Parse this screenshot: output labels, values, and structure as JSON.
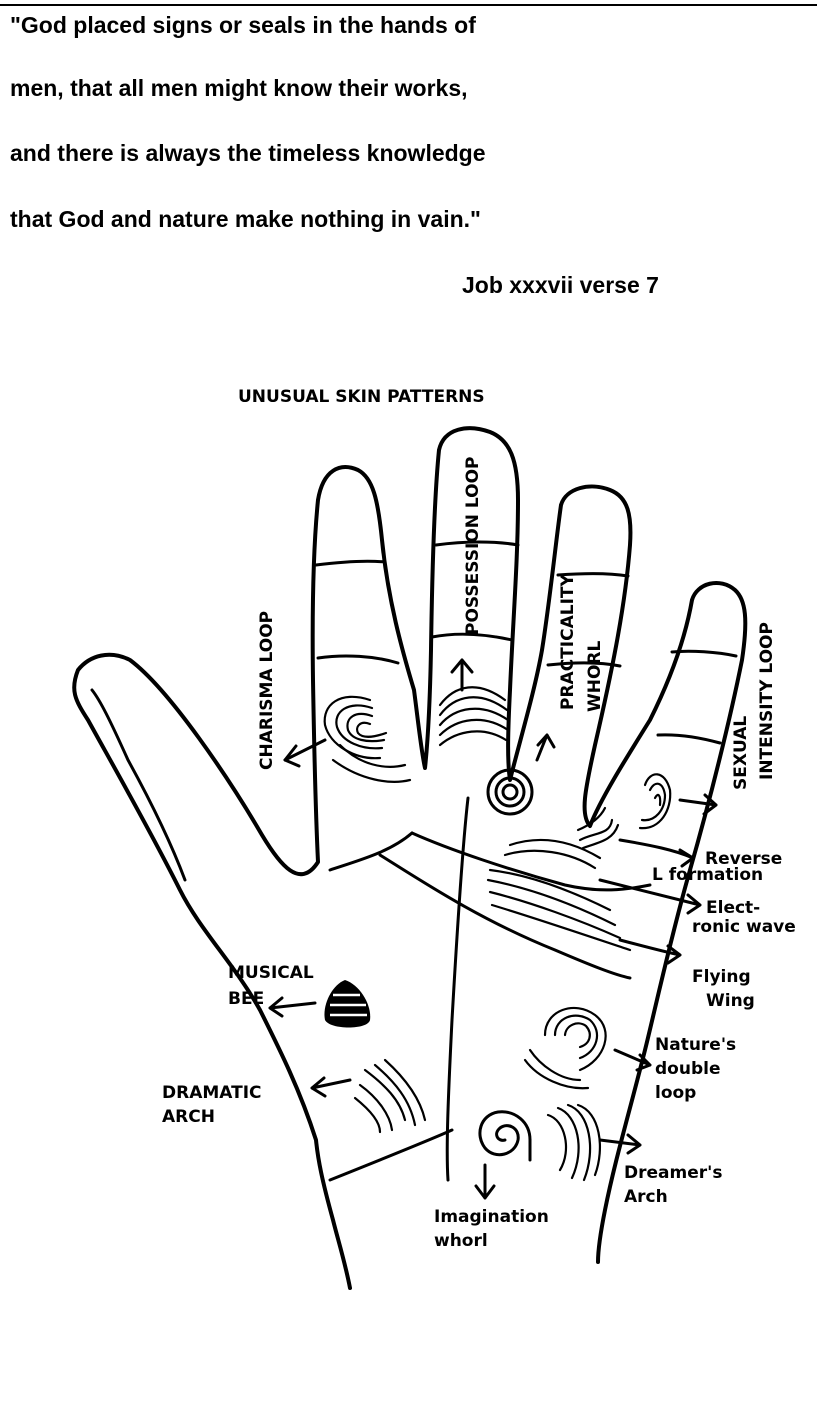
{
  "quote": {
    "lines": [
      "\"God placed signs or seals in the hands of",
      "men, that all men might know their works,",
      "and there is always the timeless knowledge",
      "that God and nature make nothing in vain.\""
    ],
    "attribution": "Job xxxvii verse 7"
  },
  "diagram": {
    "title": "UNUSUAL SKIN PATTERNS",
    "labels": {
      "possession_loop": "POSSESSION LOOP",
      "charisma_loop": "CHARISMA LOOP",
      "practicality_whorl_1": "PRACTICALITY",
      "practicality_whorl_2": "WHORL",
      "sexual_intensity_1": "SEXUAL",
      "sexual_intensity_2": "INTENSITY LOOP",
      "reverse_1": "Reverse",
      "reverse_2": "L formation",
      "electronic_1": "Elect-",
      "electronic_2": "ronic wave",
      "flying_1": "Flying",
      "flying_2": "Wing",
      "musical_1": "MUSICAL",
      "musical_2": "BEE",
      "natures_1": "Nature's",
      "natures_2": "double",
      "natures_3": "loop",
      "dramatic_1": "DRAMATIC",
      "dramatic_2": "ARCH",
      "dreamers_1": "Dreamer's",
      "dreamers_2": "Arch",
      "imagination_1": "Imagination",
      "imagination_2": "whorl"
    }
  }
}
